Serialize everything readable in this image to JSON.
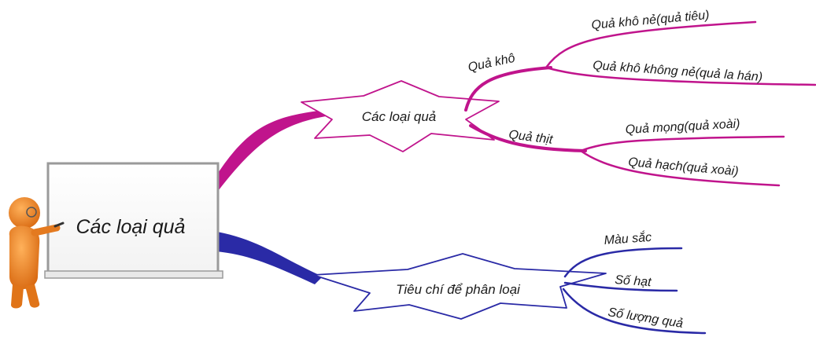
{
  "central_topic": {
    "label": "Các loại quả"
  },
  "branches": [
    {
      "label": "Các loại quả",
      "color": "#c0148c",
      "children": [
        {
          "label": "Quả khô",
          "children": [
            {
              "label": "Quả khô nẻ(quả tiêu)"
            },
            {
              "label": "Quả khô không nẻ(quả la hán)"
            }
          ]
        },
        {
          "label": "Quả thịt",
          "children": [
            {
              "label": "Quả mọng(quả xoài)"
            },
            {
              "label": "Quả hạch(quả xoài)"
            }
          ]
        }
      ]
    },
    {
      "label": "Tiêu chí để phân loại",
      "color": "#2a2aa6",
      "children": [
        {
          "label": "Màu sắc"
        },
        {
          "label": "Số hạt"
        },
        {
          "label": "Số lượng quả"
        }
      ]
    }
  ],
  "colors": {
    "presenter_orange": "#f0862a",
    "board_border": "#9a9a9a",
    "board_fill": "#ffffff"
  },
  "icons": {
    "presenter": "presenter-figure-icon"
  }
}
